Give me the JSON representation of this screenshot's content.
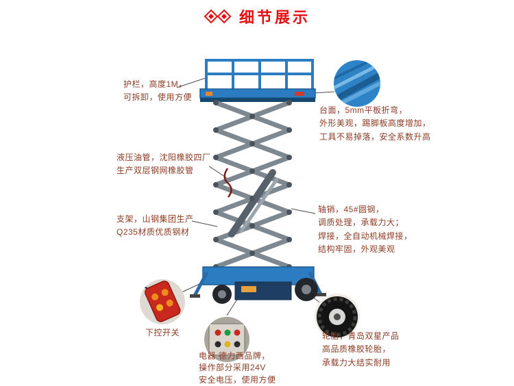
{
  "header": {
    "title": "细节展示"
  },
  "callouts": {
    "guardrail": "护栏，高度1M，\n可拆卸，使用方便",
    "platform_surface": "台面，5mm平板折弯，\n外形美观，踢脚板高度增加，\n工具不易掉落，安全系数升高",
    "hydraulic_hose": "液压油管，沈阳橡胶四厂\n生产双层钢网橡胶管",
    "support_frame": "支架，山钢集团生产\nQ235材质优质钢材",
    "axle_pin": "轴销，45#圆钢，\n调质处理，承载力大；\n焊接，全自动机械焊接，\n结构牢固，外观美观",
    "lower_control_switch": "下控开关",
    "electrics": "电器 德力西品牌，\n操作部分采用24V\n安全电压，使用方便",
    "tire": "轮胎，青岛双星产品\n高品质橡胶轮胎，\n承载力大结实耐用"
  },
  "colors": {
    "title_red": "#e60f12",
    "label_text": "#8e3b24",
    "lift_blue": "#2b7cc0",
    "lift_blue_dark": "#1c5d94",
    "scissor_gray": "#7e8890",
    "connector_line": "#4a4a4a"
  }
}
